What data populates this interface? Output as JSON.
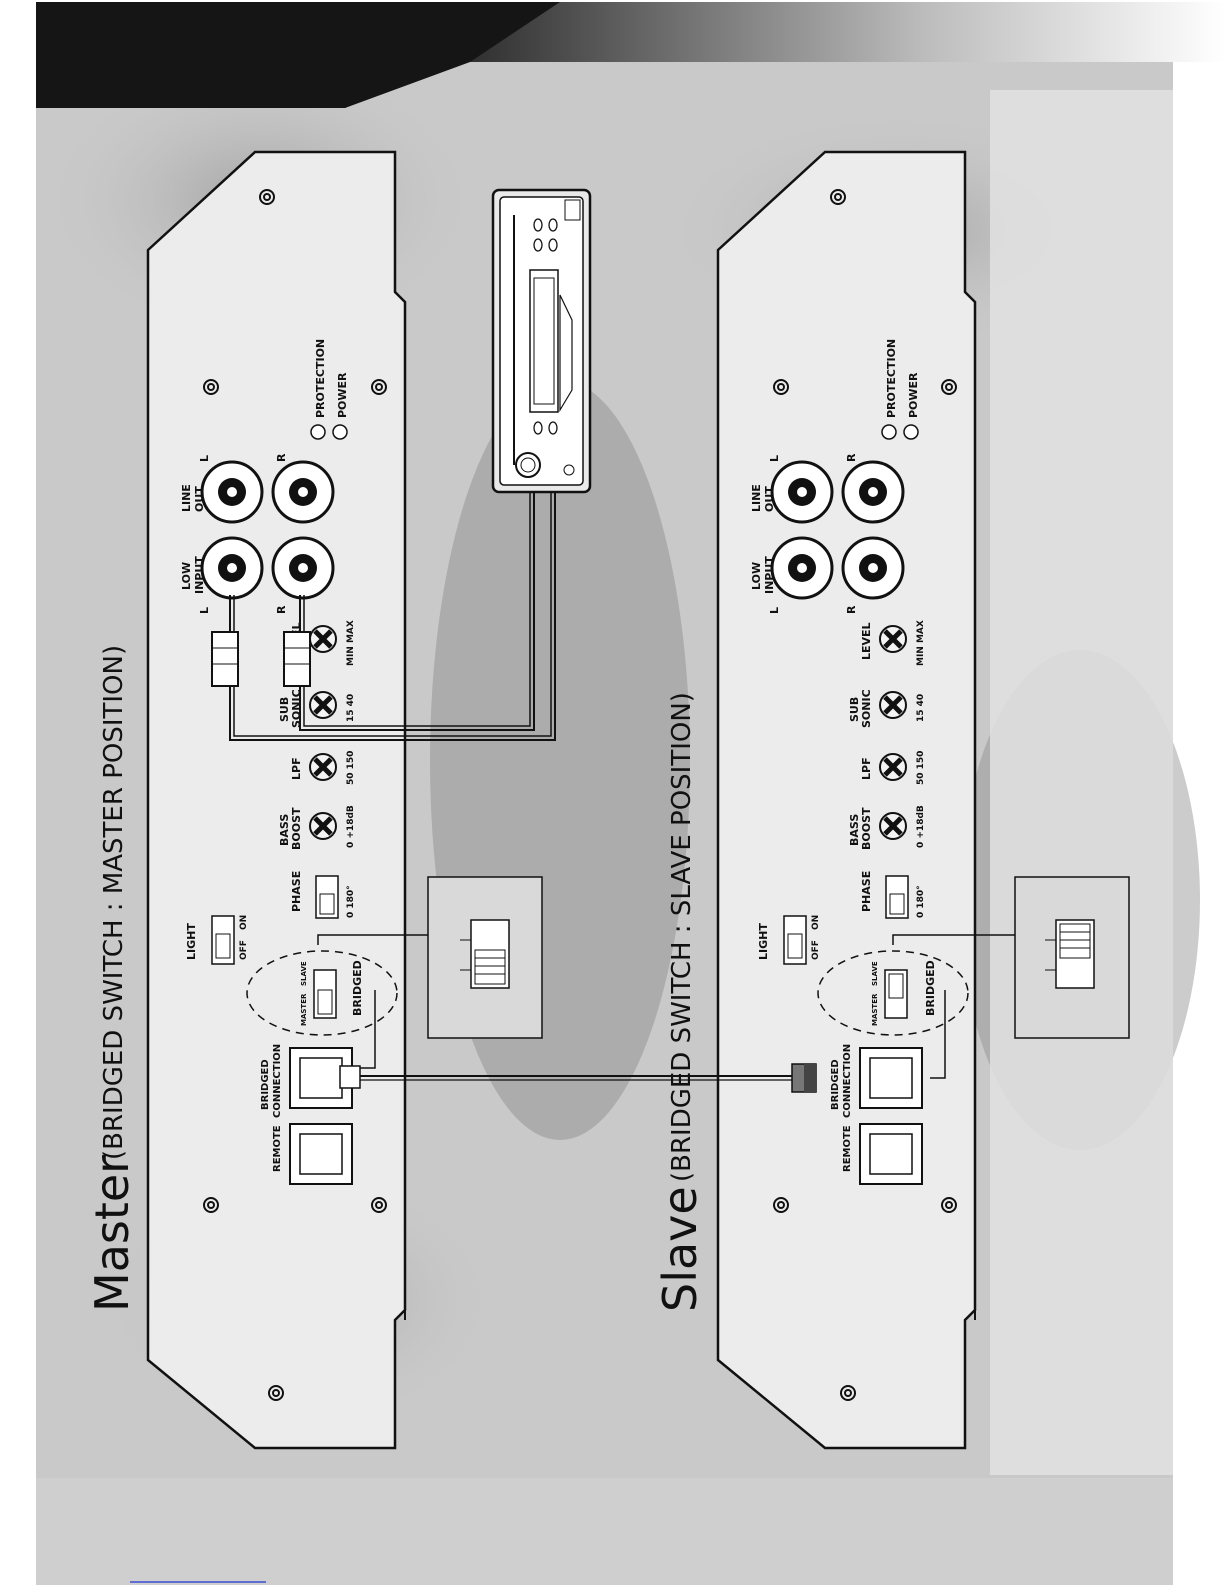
{
  "master": {
    "title": "Master",
    "subtitle": "(BRIDGED SWITCH : MASTER POSITION)"
  },
  "slave": {
    "title": "Slave",
    "subtitle": "(BRIDGED SWITCH : SLAVE POSITION)"
  },
  "panel_labels": {
    "line": "LINE",
    "out": "OUT",
    "low": "LOW",
    "input": "INPUT",
    "l": "L",
    "r": "R",
    "protection": "PROTECTION",
    "power": "POWER",
    "level": "LEVEL",
    "min_max": "MIN  MAX",
    "sub": "SUB",
    "sonic": "SONIC",
    "sub_scale": "15   40",
    "lpf": "LPF",
    "lpf_scale": "50   150",
    "bass": "BASS",
    "boost": "BOOST",
    "bass_scale": "0  +18dB",
    "phase": "PHASE",
    "phase_scale": "0   180°",
    "light": "LIGHT",
    "off": "OFF",
    "on": "ON",
    "master_pos": "MASTER",
    "slave_pos": "SLAVE",
    "bridged": "BRIDGED",
    "bridged_connection_1": "BRIDGED",
    "bridged_connection_2": "CONNECTION",
    "remote": "REMOTE"
  },
  "colors": {
    "header_dark": "#1a1a1a",
    "panel_fill": "#ececec",
    "photo_bg": "#c8c8c8",
    "footer_bg": "#cfcfcf",
    "link_line": "#3b4fd6"
  }
}
